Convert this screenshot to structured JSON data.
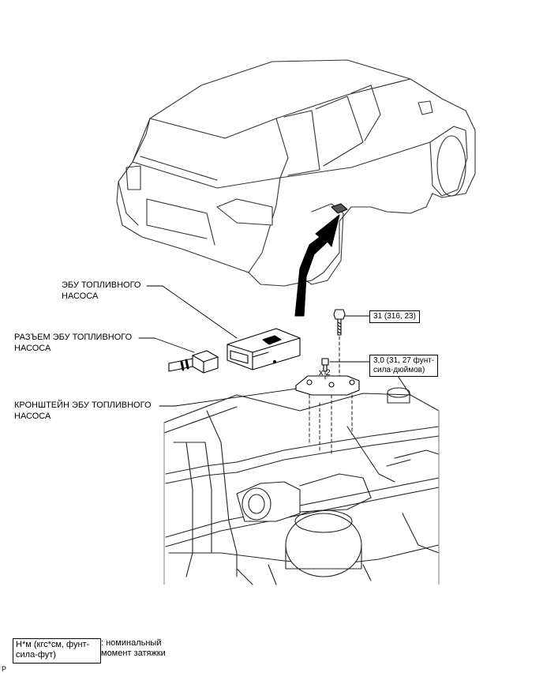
{
  "labels": {
    "ecu": [
      "ЭБУ ТОПЛИВНОГО",
      "НАСОСА"
    ],
    "connector": [
      "РАЗЪЕМ ЭБУ ТОПЛИВНОГО",
      "НАСОСА"
    ],
    "bracket": [
      "КРОНШТЕЙН ЭБУ ТОПЛИВНОГО",
      "НАСОСА"
    ]
  },
  "torque": {
    "bolt": [
      "31 (316, 23)"
    ],
    "screw": [
      "3,0 (31, 27 фунт-",
      "сила-дюймов)"
    ],
    "screw_qty": "x 2"
  },
  "legend": {
    "unit": [
      "Н*м (кгс*см, фунт-",
      "сила-фут)"
    ],
    "meaning": [
      ": номинальный",
      "момент затяжки"
    ]
  },
  "page_mark": "P"
}
